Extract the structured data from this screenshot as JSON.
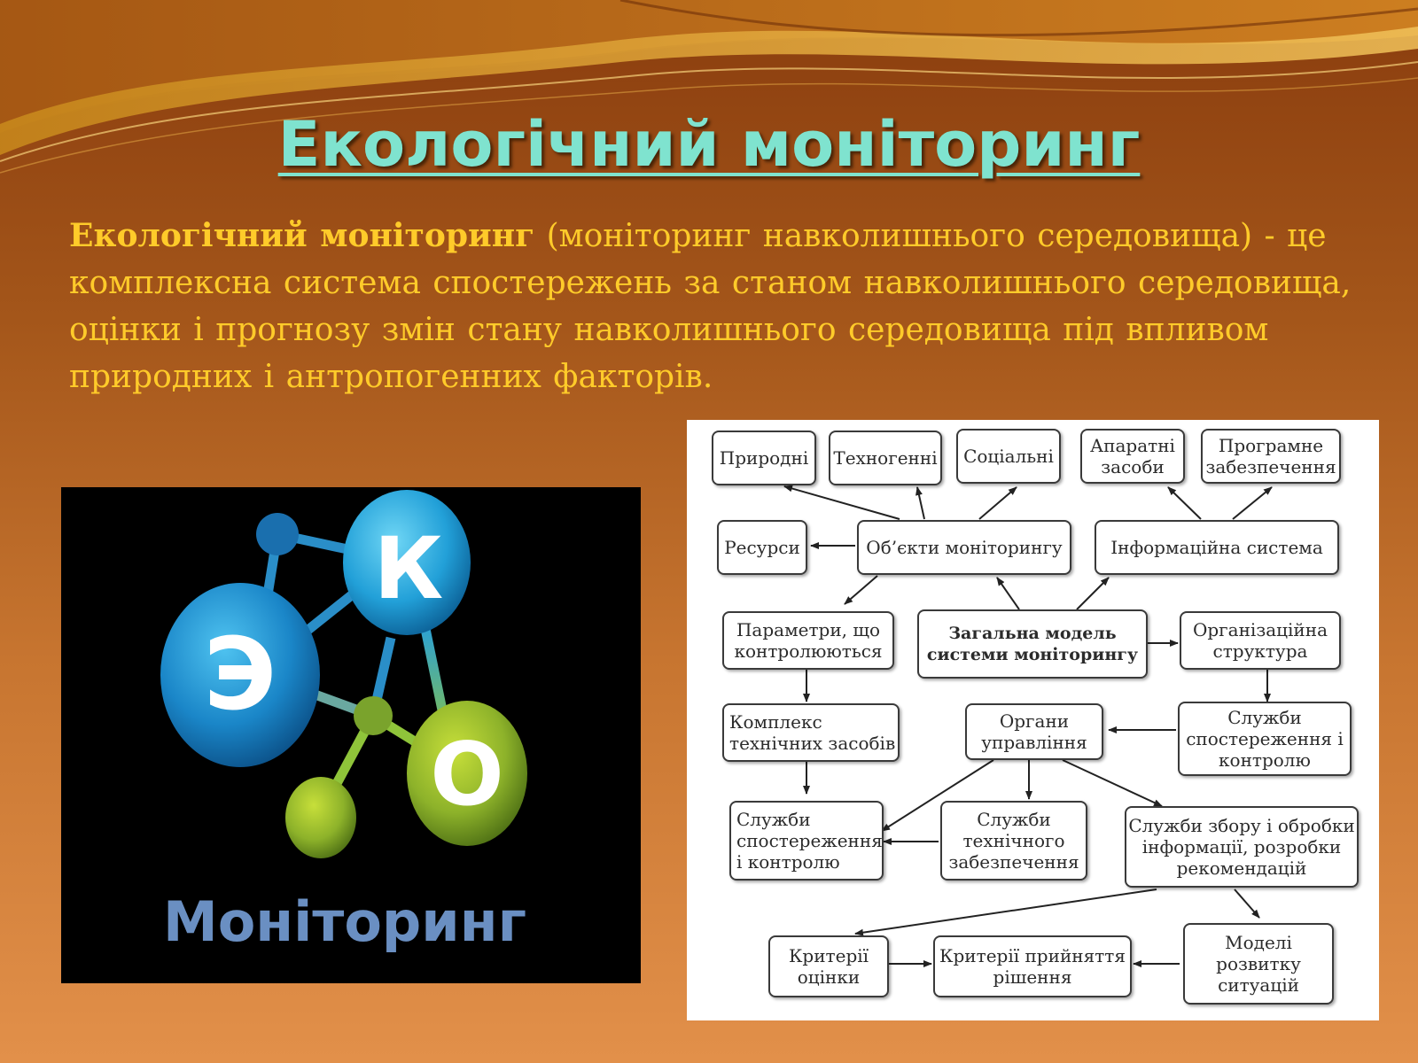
{
  "slide": {
    "title": "Екологічний моніторинг",
    "definition": {
      "term": "Екологічний моніторинг",
      "text": " (моніторинг навколишнього середовища) - це комплексна система спостережень за станом навколишнього середовища, оцінки і прогнозу змін стану навколишнього середовища під впливом природних і антропогенних факторів."
    },
    "logo": {
      "letter_e": "Э",
      "letter_k": "К",
      "letter_o": "О",
      "caption": "Моніторинг"
    },
    "colors": {
      "title": "#7fe3cf",
      "body_text": "#ffcb2a",
      "bg_top": "#8a3d0e",
      "bg_bottom": "#e2904a"
    }
  },
  "diagram": {
    "nodes": {
      "prirodni": "Природні",
      "tekhnohenni": "Техногенні",
      "sotsialni": "Соціальні",
      "aparatni": "Апаратні\nзасоби",
      "prohramne": "Програмне\nзабезпечення",
      "resursy": "Ресурси",
      "obiekty": "Об’єкти моніторингу",
      "info_system": "Інформаційна система",
      "parametry": "Параметри, що\nконтролюються",
      "zahalna": "Загальна модель\nсистеми моніторингу",
      "orh_struktura": "Організаційна\nструктура",
      "kompleks": "Комплекс\nтехнічних засобів",
      "orhany": "Органи\nуправління",
      "sluzhby_top": "Служби\nспостереження і\nконтролю",
      "sluzhby_left": "Служби\nспостереження\nі контролю",
      "sluzhby_tekh": "Служби\nтехнічного\nзабезпечення",
      "sluzhby_zboru": "Служби збору і обробки\nінформації, розробки\nрекомендацій",
      "kryterii_otsinky": "Критерії\nоцінки",
      "kryterii_rishennia": "Критерії прийняття\nрішення",
      "modeli": "Моделі\nрозвитку\nситуацій"
    }
  }
}
